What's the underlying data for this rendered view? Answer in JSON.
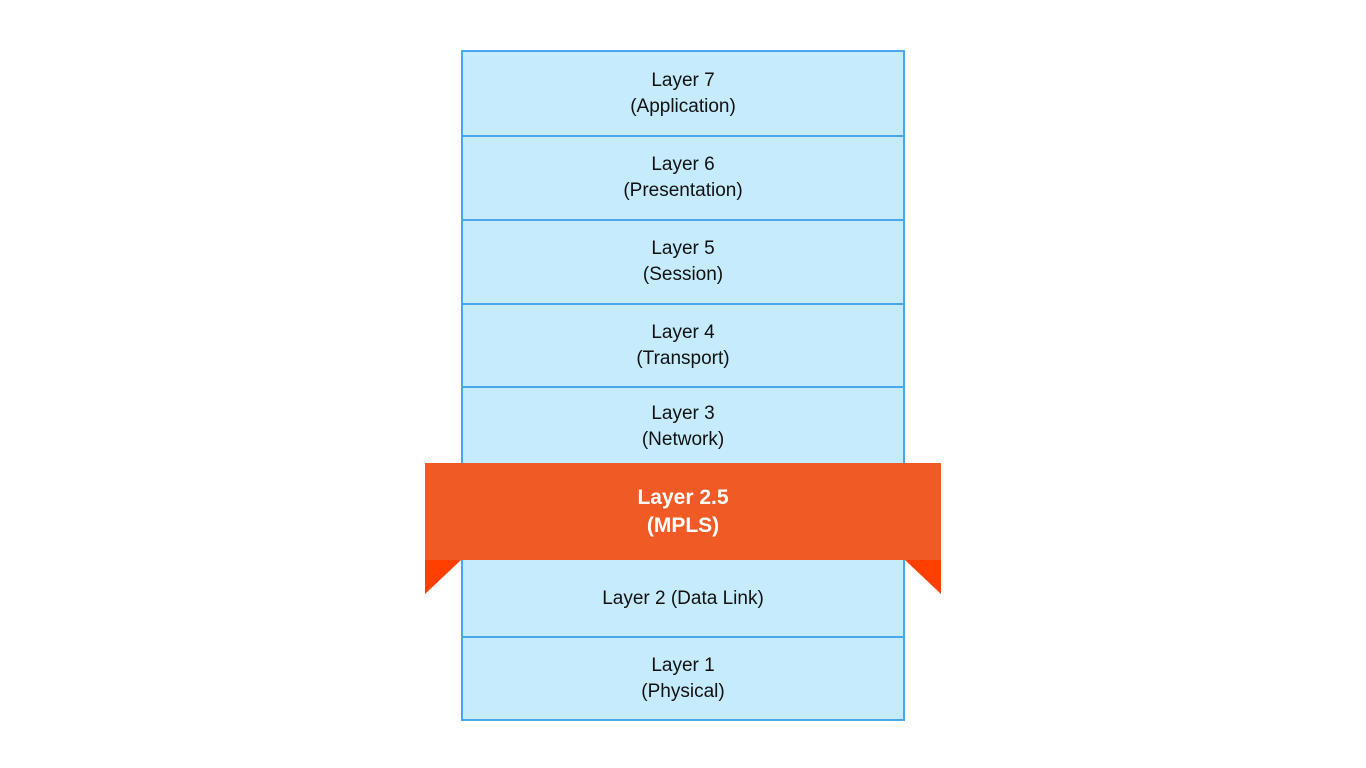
{
  "layers": [
    {
      "line1": "Layer 7",
      "line2": "(Application)"
    },
    {
      "line1": "Layer 6",
      "line2": "(Presentation)"
    },
    {
      "line1": "Layer 5",
      "line2": "(Session)"
    },
    {
      "line1": "Layer 4",
      "line2": "(Transport)"
    },
    {
      "line1": "Layer 3",
      "line2": "(Network)"
    }
  ],
  "mpls": {
    "line1": "Layer 2.5",
    "line2": "(MPLS)"
  },
  "lower_layers": [
    {
      "line1": "Layer 2 (Data Link)"
    },
    {
      "line1": "Layer 1",
      "line2": "(Physical)"
    }
  ],
  "colors": {
    "layer_fill": "#c5ebfc",
    "layer_border": "#4aa8ea",
    "banner_fill": "#f05a24",
    "banner_fold": "#ff3f00"
  }
}
